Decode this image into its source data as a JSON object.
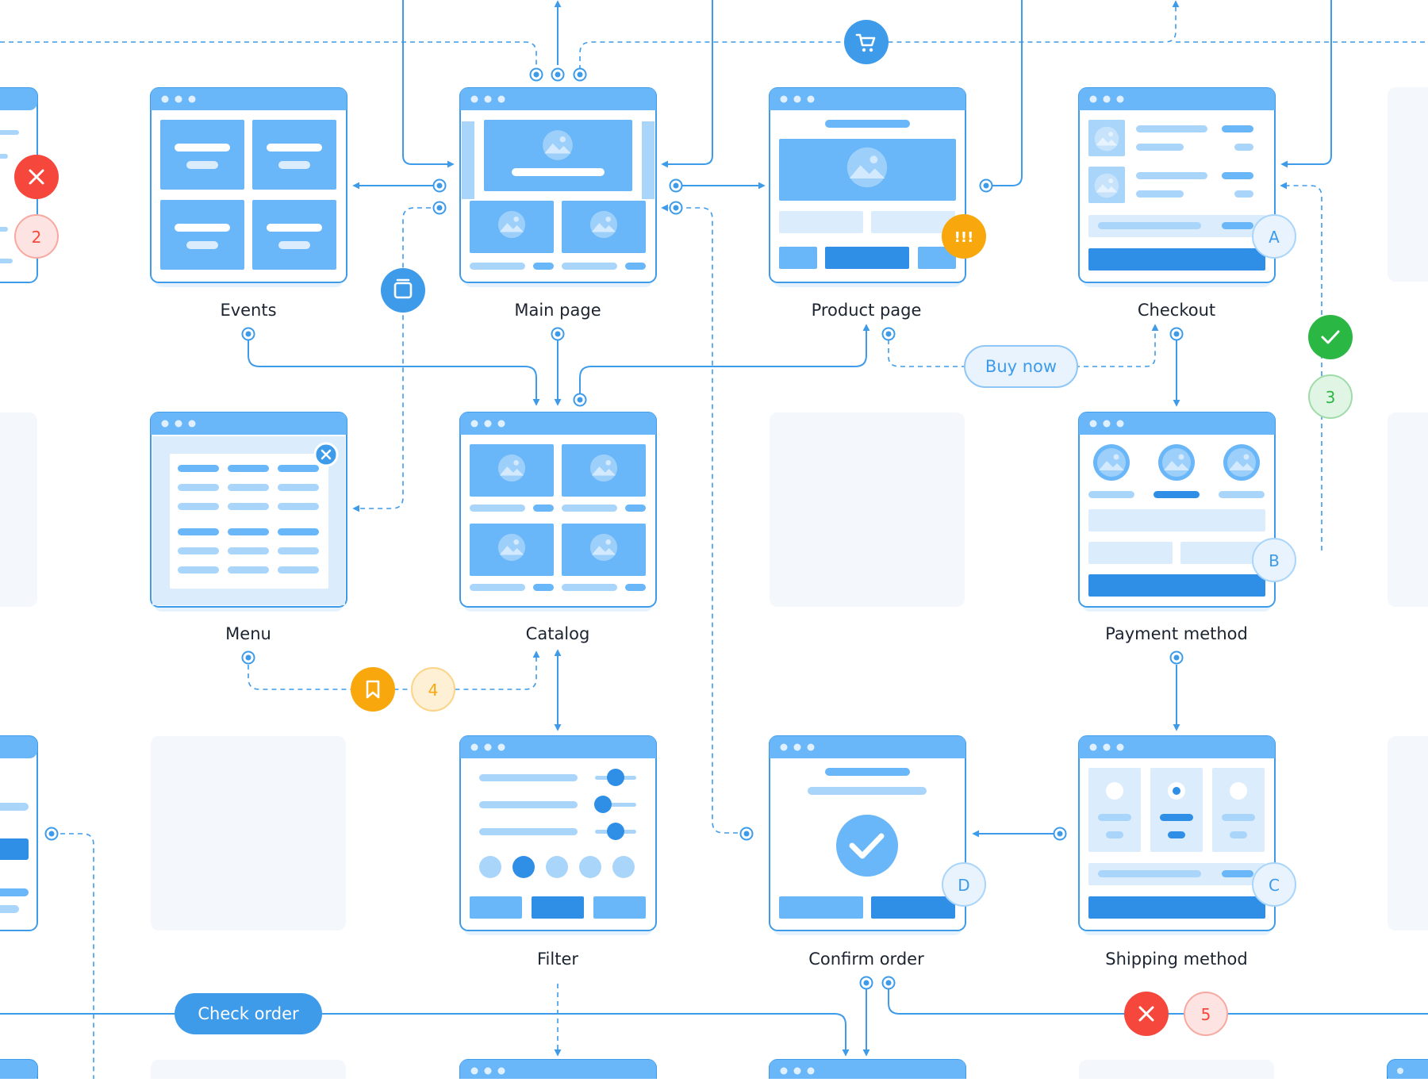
{
  "colors": {
    "primary": "#3d9be9",
    "header": "#69b6f9",
    "light": "#dbecfc",
    "bar_dark": "#2f8fe6",
    "bar_light": "#a9d5fb",
    "placeholder": "#f4f8fd",
    "red": "#f5473b",
    "red_soft": "#fde3e1",
    "orange": "#f8a80d",
    "orange_soft": "#fef0d4",
    "green": "#2bb743",
    "green_soft": "#e0f5e3"
  },
  "screens": [
    {
      "id": "events",
      "label": "Events"
    },
    {
      "id": "main",
      "label": "Main page"
    },
    {
      "id": "product",
      "label": "Product page"
    },
    {
      "id": "checkout",
      "label": "Checkout"
    },
    {
      "id": "menu",
      "label": "Menu"
    },
    {
      "id": "catalog",
      "label": "Catalog"
    },
    {
      "id": "payment",
      "label": "Payment method"
    },
    {
      "id": "filter",
      "label": "Filter"
    },
    {
      "id": "confirm",
      "label": "Confirm order"
    },
    {
      "id": "shipping",
      "label": "Shipping method"
    }
  ],
  "pills": {
    "buy_now": "Buy now",
    "check_order": "Check order"
  },
  "badges": {
    "letter_a": "A",
    "letter_b": "B",
    "letter_c": "C",
    "letter_d": "D",
    "num_2": "2",
    "num_3": "3",
    "num_4": "4",
    "num_5": "5",
    "warning": "!!!"
  },
  "icons": {
    "cart": "cart-icon",
    "window": "window-icon",
    "bookmark": "bookmark-icon",
    "check": "check-icon",
    "close": "close-icon",
    "image": "image-icon"
  }
}
